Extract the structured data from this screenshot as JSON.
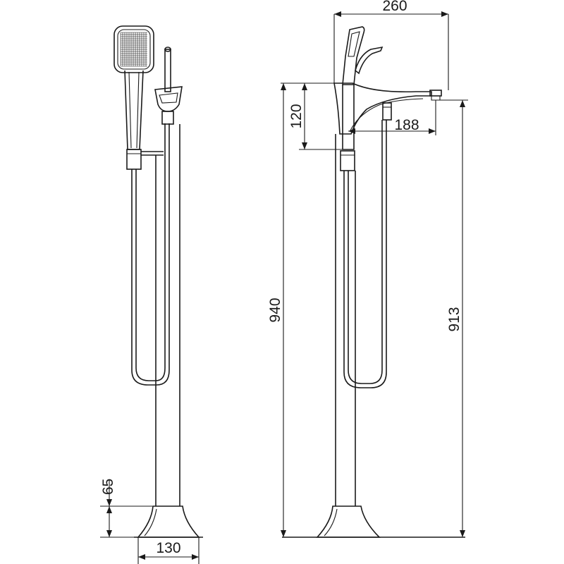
{
  "dimensions": {
    "overall_width": "260",
    "spout_reach": "188",
    "handle_height": "120",
    "total_height": "940",
    "spout_height": "913",
    "base_height": "65",
    "base_diameter": "130"
  }
}
